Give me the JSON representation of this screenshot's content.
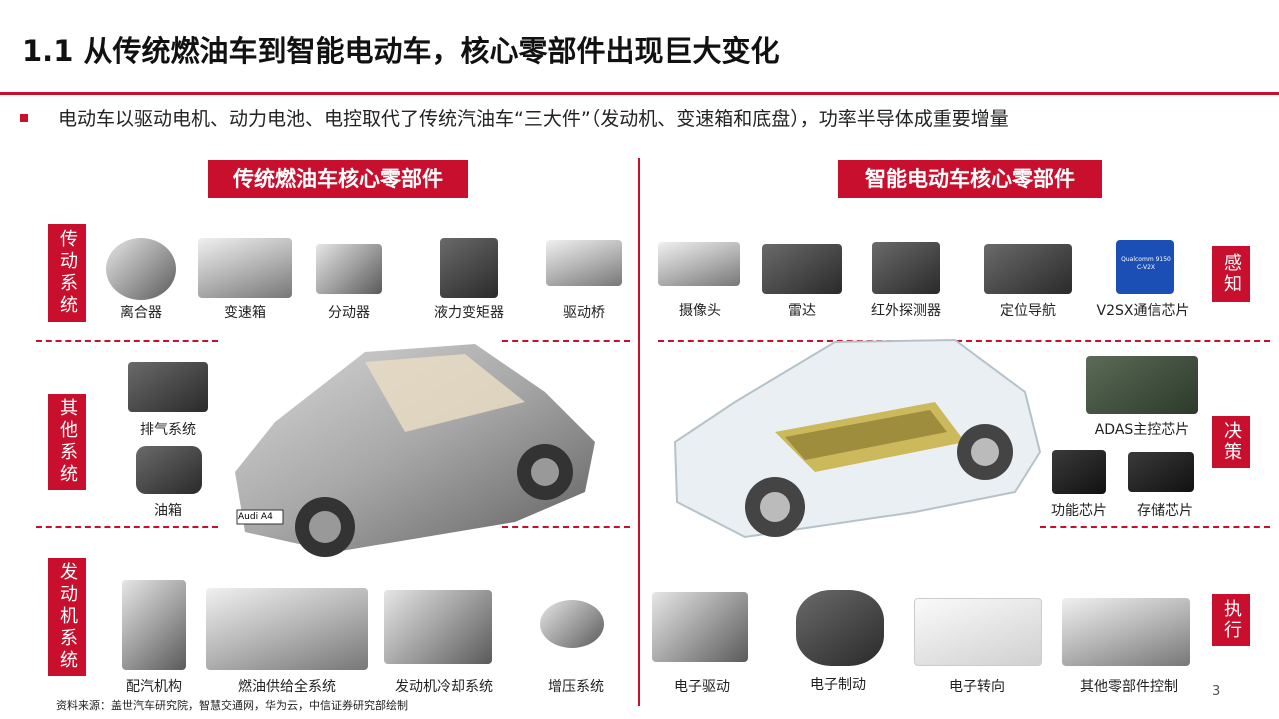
{
  "title": "1.1 从传统燃油车到智能电动车，核心零部件出现巨大变化",
  "bullet": "电动车以驱动电机、动力电池、电控取代了传统汽油车“三大件”（发动机、变速箱和底盘），功率半导体成重要增量",
  "left_header": "传统燃油车核心零部件",
  "right_header": "智能电动车核心零部件",
  "left_sections": {
    "transmission": {
      "label": "传动系统",
      "parts": [
        "离合器",
        "变速箱",
        "分动器",
        "液力变矩器",
        "驱动桥"
      ]
    },
    "other": {
      "label": "其他系统",
      "parts": [
        "排气系统",
        "油箱"
      ]
    },
    "engine": {
      "label": "发动机系统",
      "parts": [
        "配汽机构",
        "燃油供给全系统",
        "发动机冷却系统",
        "增压系统"
      ]
    }
  },
  "right_sections": {
    "perception": {
      "label": "感知",
      "parts": [
        "摄像头",
        "雷达",
        "红外探测器",
        "定位导航",
        "V2SX通信芯片"
      ]
    },
    "decision": {
      "label": "决策",
      "parts": [
        "ADAS主控芯片",
        "功能芯片",
        "存储芯片"
      ]
    },
    "execution": {
      "label": "执行",
      "parts": [
        "电子驱动",
        "电子制动",
        "电子转向",
        "其他零部件控制"
      ]
    }
  },
  "car_left_plate": "Audi A4",
  "chip_marking": "Qualcomm 9150 C-V2X",
  "source": "资料来源：盖世汽车研究院，智慧交通网，华为云，中信证券研究部绘制",
  "page_number": "3",
  "colors": {
    "accent": "#c8102e",
    "text": "#222222",
    "background": "#ffffff"
  }
}
